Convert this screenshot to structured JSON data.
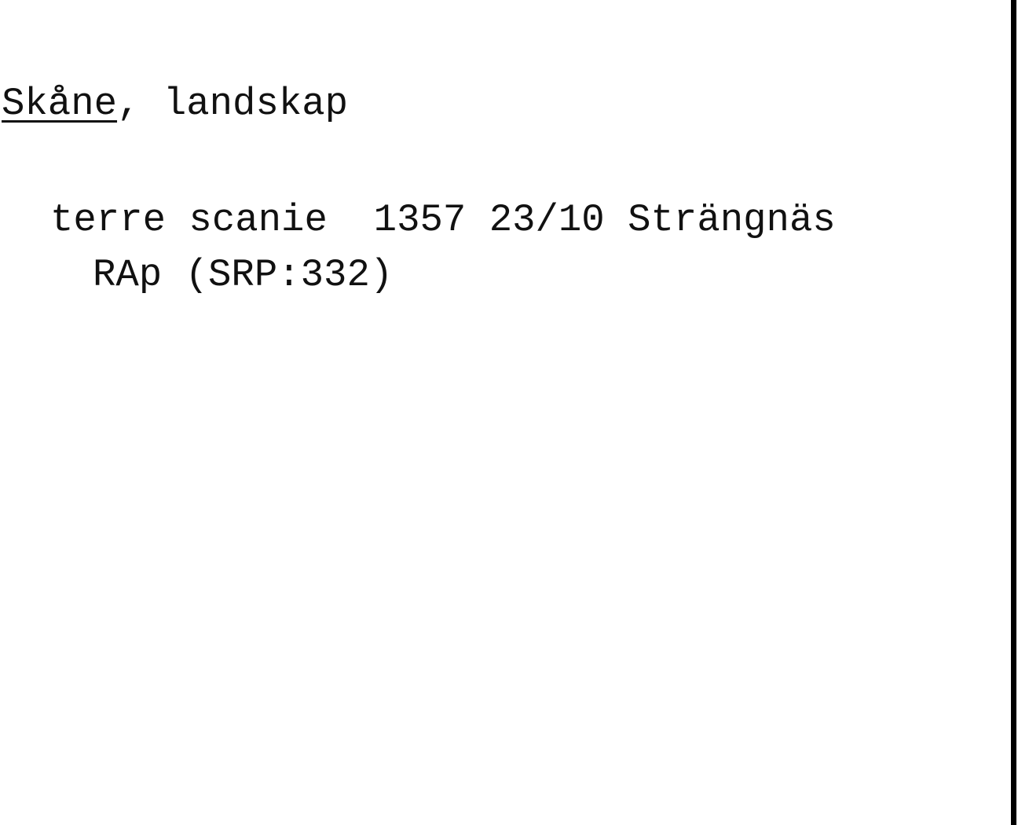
{
  "card": {
    "heading_term": "Skåne",
    "heading_rest": ", landskap",
    "entry": "terre scanie  1357 23/10 Strängnäs",
    "source": "RAp (SRP:332)"
  }
}
